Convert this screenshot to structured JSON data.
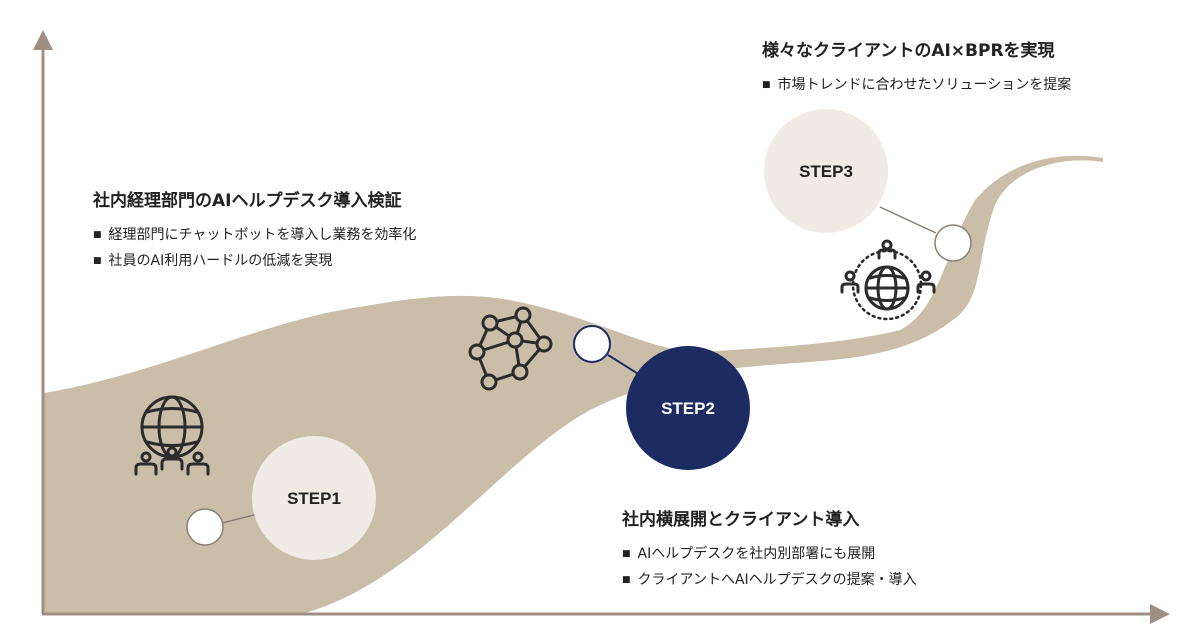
{
  "colors": {
    "axis": "#9e8f82",
    "band": "#cbbea8",
    "beige_circle": "#f1ebe5",
    "navy": "#1d2b63",
    "icon": "#2b2b2b",
    "text": "#222222"
  },
  "icons": [
    "globe-people-icon",
    "network-nodes-icon",
    "globe-people-circle-icon"
  ],
  "steps": [
    {
      "label": "STEP1",
      "title": "社内経理部門のAIヘルプデスク導入検証",
      "bullets": [
        "経理部門にチャットボットを導入し業務を効率化",
        "社員のAI利用ハードルの低減を実現"
      ]
    },
    {
      "label": "STEP2",
      "title": "社内横展開とクライアント導入",
      "bullets": [
        "AIヘルプデスクを社内別部署にも展開",
        "クライアントへAIヘルプデスクの提案・導入"
      ]
    },
    {
      "label": "STEP3",
      "title": "様々なクライアントのAI×BPRを実現",
      "bullets": [
        "市場トレンドに合わせたソリューションを提案"
      ]
    }
  ]
}
